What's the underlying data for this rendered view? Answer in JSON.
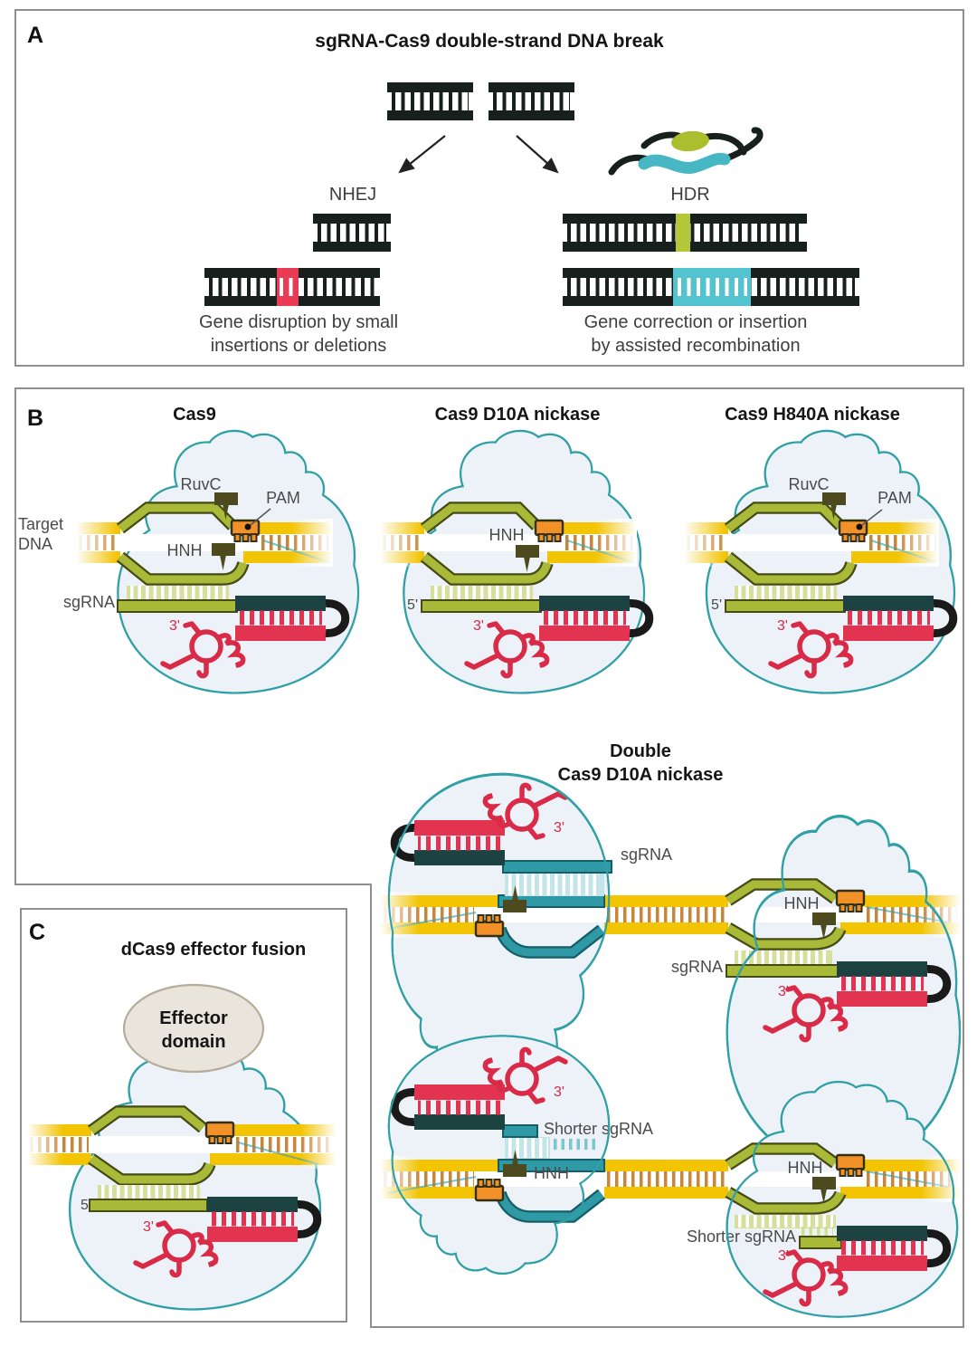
{
  "panel_a": {
    "label": "A",
    "title": "sgRNA-Cas9 double-strand DNA break",
    "nhej": "NHEJ",
    "hdr": "HDR",
    "cap_left_1": "Gene disruption by small",
    "cap_left_2": "insertions or deletions",
    "cap_right_1": "Gene correction or insertion",
    "cap_right_2": "by assisted recombination"
  },
  "panel_b": {
    "label": "B",
    "fig1_title": "Cas9",
    "fig2_title": "Cas9 D10A nickase",
    "fig3_title": "Cas9 H840A nickase",
    "double_title_1": "Double",
    "double_title_2": "Cas9 D10A nickase"
  },
  "panel_c": {
    "label": "C",
    "title": "dCas9 effector fusion",
    "effector_1": "Effector",
    "effector_2": "domain"
  },
  "labels": {
    "target_1": "Target",
    "target_2": "DNA",
    "sgrna": "sgRNA",
    "shorter_sgrna": "Shorter sgRNA",
    "ruvc": "RuvC",
    "hnh": "HNH",
    "pam": "PAM",
    "p5": "5'",
    "p3": "3'"
  },
  "colors": {
    "dna_gold": "#f2c402",
    "dna_rung_orange": "#c9853a",
    "sgrna_green": "#a9ba39",
    "sgrna_green_outline": "#454a16",
    "sgrna_teal": "#2f99a5",
    "sgrna_teal_outline": "#135f68",
    "scaffold_dark_teal": "#1c4242",
    "scaffold_red": "#e23350",
    "pam_orange": "#f29127",
    "nuclease_icon_olive": "#4d4a1f",
    "cas9_blob_fill": "#edf2f8",
    "cas9_blob_stroke": "#2fa0a6",
    "dna_black": "#17201d",
    "insert_red": "#ea3b55",
    "insert_teal": "#52c3cf",
    "insert_green": "#b4c73b",
    "effector_beige": "#e9e5dc"
  }
}
